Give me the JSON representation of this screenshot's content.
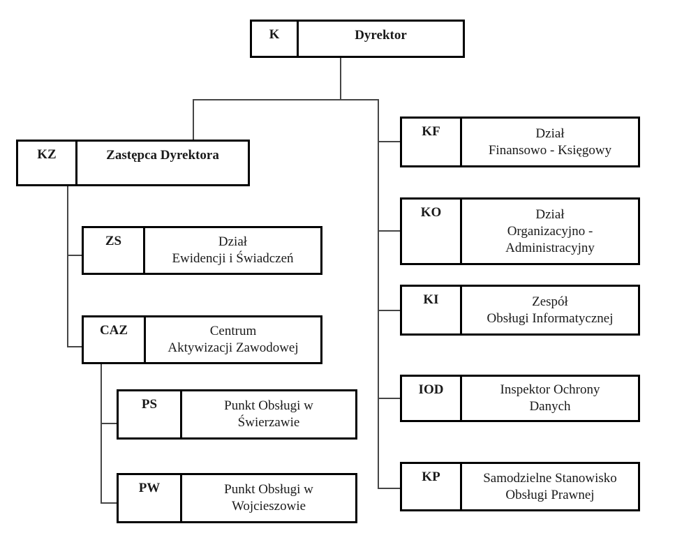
{
  "diagram": {
    "type": "org-chart",
    "colors": {
      "background": "#ffffff",
      "box_border": "#000000",
      "connector": "#454545",
      "text": "#1a1a1a"
    }
  },
  "nodes": {
    "k": {
      "code": "K",
      "label": "Dyrektor"
    },
    "kz": {
      "code": "KZ",
      "label": "Zastępca Dyrektora"
    },
    "zs": {
      "code": "ZS",
      "label": "Dział\nEwidencji i Świadczeń"
    },
    "caz": {
      "code": "CAZ",
      "label": "Centrum\nAktywizacji Zawodowej"
    },
    "ps": {
      "code": "PS",
      "label": "Punkt Obsługi w\nŚwierzawie"
    },
    "pw": {
      "code": "PW",
      "label": "Punkt Obsługi w\nWojcieszowie"
    },
    "kf": {
      "code": "KF",
      "label": "Dział\nFinansowo - Księgowy"
    },
    "ko": {
      "code": "KO",
      "label": "Dział\nOrganizacyjno -\nAdministracyjny"
    },
    "ki": {
      "code": "KI",
      "label": "Zespół\nObsługi Informatycznej"
    },
    "iod": {
      "code": "IOD",
      "label": "Inspektor Ochrony\nDanych"
    },
    "kp": {
      "code": "KP",
      "label": "Samodzielne Stanowisko\nObsługi Prawnej"
    }
  }
}
